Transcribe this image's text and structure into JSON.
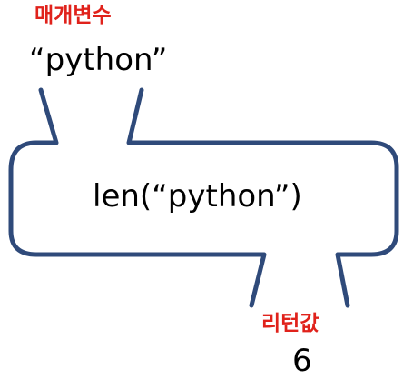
{
  "colors": {
    "outline": "#2f4a7a",
    "accent_label": "#e0221b",
    "text": "#000000"
  },
  "parameter": {
    "heading": "매개변수",
    "value": "“python”"
  },
  "function_call": {
    "expression": "len(“python”)"
  },
  "return": {
    "heading": "리턴값",
    "value": "6"
  }
}
